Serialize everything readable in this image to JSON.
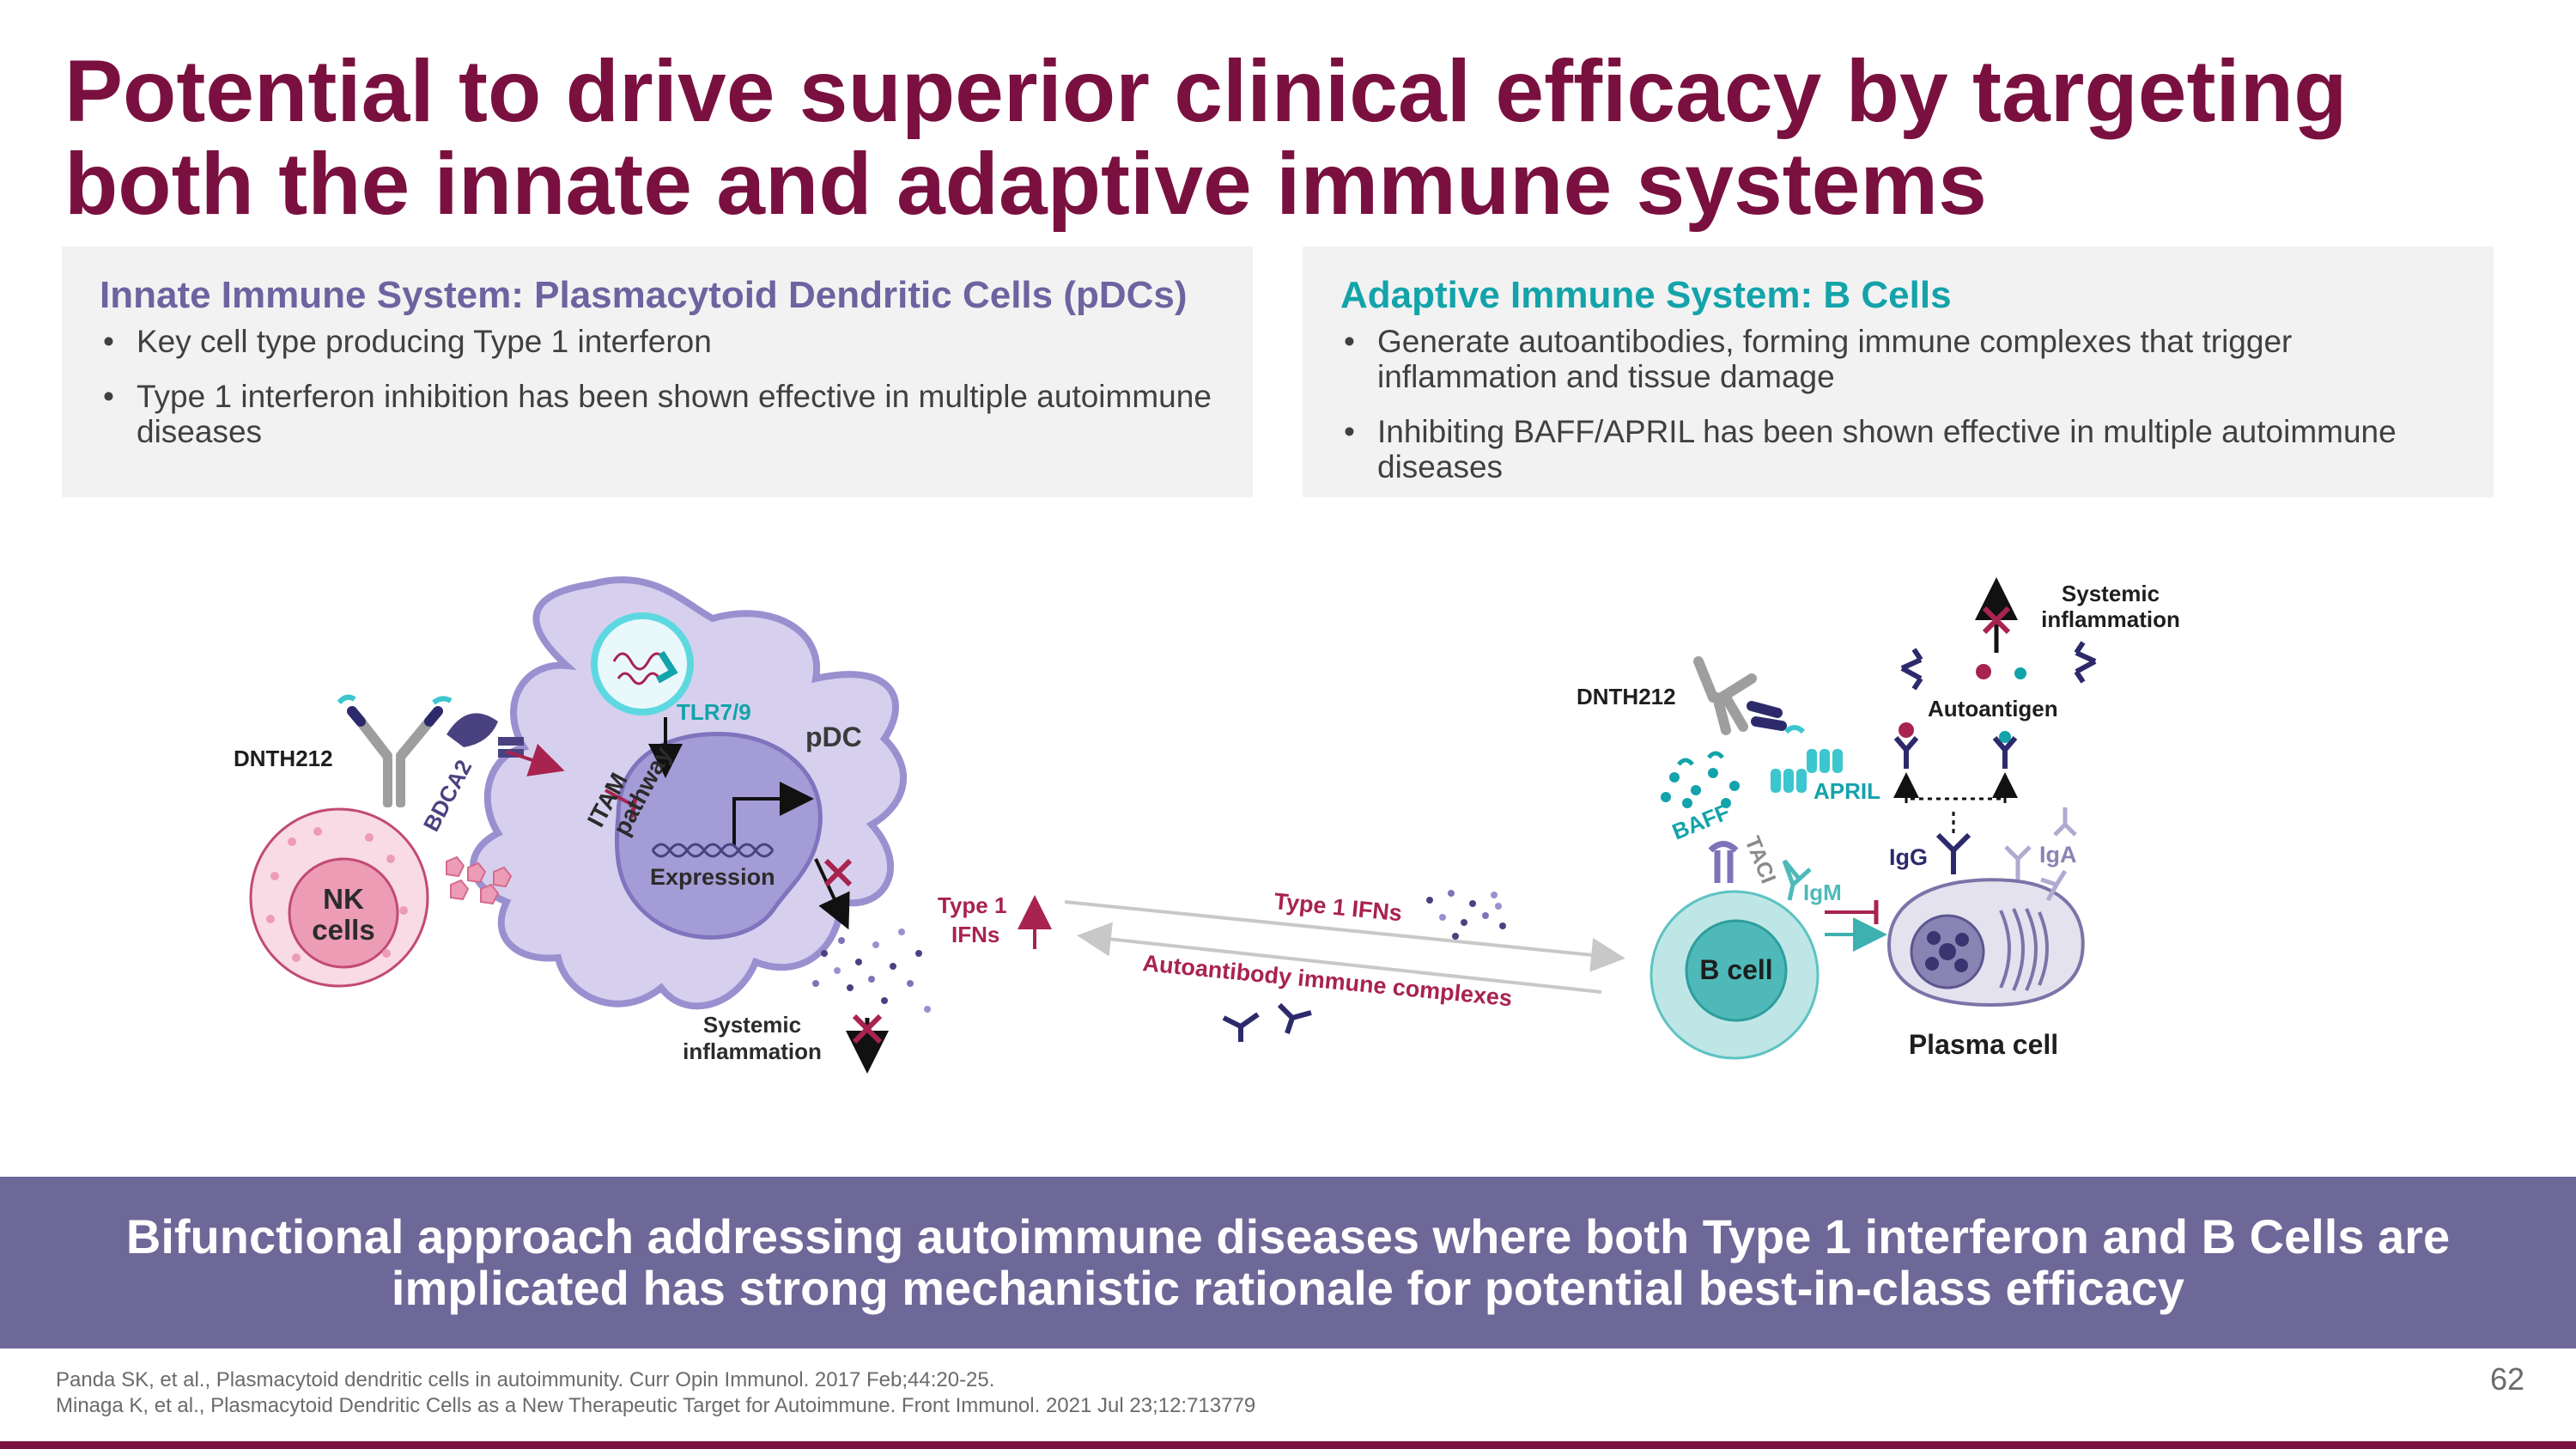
{
  "title": "Potential to drive superior clinical efficacy by targeting both the innate and adaptive immune systems",
  "innate": {
    "heading": "Innate Immune System: Plasmacytoid Dendritic Cells (pDCs)",
    "bullets": [
      "Key cell type producing Type 1 interferon",
      "Type 1 interferon inhibition has been shown effective in multiple autoimmune diseases"
    ]
  },
  "adaptive": {
    "heading": "Adaptive Immune System: B Cells",
    "bullets": [
      "Generate autoantibodies, forming immune complexes that trigger inflammation and tissue damage",
      "Inhibiting BAFF/APRIL has been shown effective in multiple autoimmune diseases"
    ]
  },
  "diagram": {
    "left": {
      "dnth212": "DNTH212",
      "bdca2": "BDCA2",
      "itam_line1": "ITAM",
      "itam_line2": "pathway",
      "tlr": "TLR7/9",
      "pdc": "pDC",
      "expression": "Expression",
      "nk_line1": "NK",
      "nk_line2": "cells",
      "type1_line1": "Type 1",
      "type1_line2": "IFNs",
      "systemic_line1": "Systemic",
      "systemic_line2": "inflammation"
    },
    "middle": {
      "type1_ifns": "Type 1 IFNs",
      "autoantibody": "Autoantibody immune complexes"
    },
    "right": {
      "dnth212": "DNTH212",
      "baff": "BAFF",
      "april": "APRIL",
      "taci": "TACI",
      "igm": "IgM",
      "igg": "IgG",
      "iga": "IgA",
      "bcell": "B cell",
      "plasma": "Plasma cell",
      "autoantigen": "Autoantigen",
      "systemic_line1": "Systemic",
      "systemic_line2": "inflammation"
    }
  },
  "banner": "Bifunctional approach addressing autoimmune diseases where both Type 1 interferon and B Cells are implicated has strong mechanistic rationale for potential best-in-class efficacy",
  "references": [
    "Panda SK, et al., Plasmacytoid dendritic cells in autoimmunity. Curr Opin Immunol. 2017 Feb;44:20-25.",
    "Minaga K, et al., Plasmacytoid Dendritic Cells as a New Therapeutic Target for Autoimmune. Front Immunol. 2021 Jul 23;12:713779"
  ],
  "page_number": "62",
  "colors": {
    "title": "#7a1040",
    "innate_heading": "#6e63a0",
    "adaptive_heading": "#13a3aa",
    "banner": "#6e6898",
    "pdc_fill": "#d6d0ee",
    "bcell_fill": "#bfe6e6",
    "nk_fill": "#f6cbd6"
  }
}
